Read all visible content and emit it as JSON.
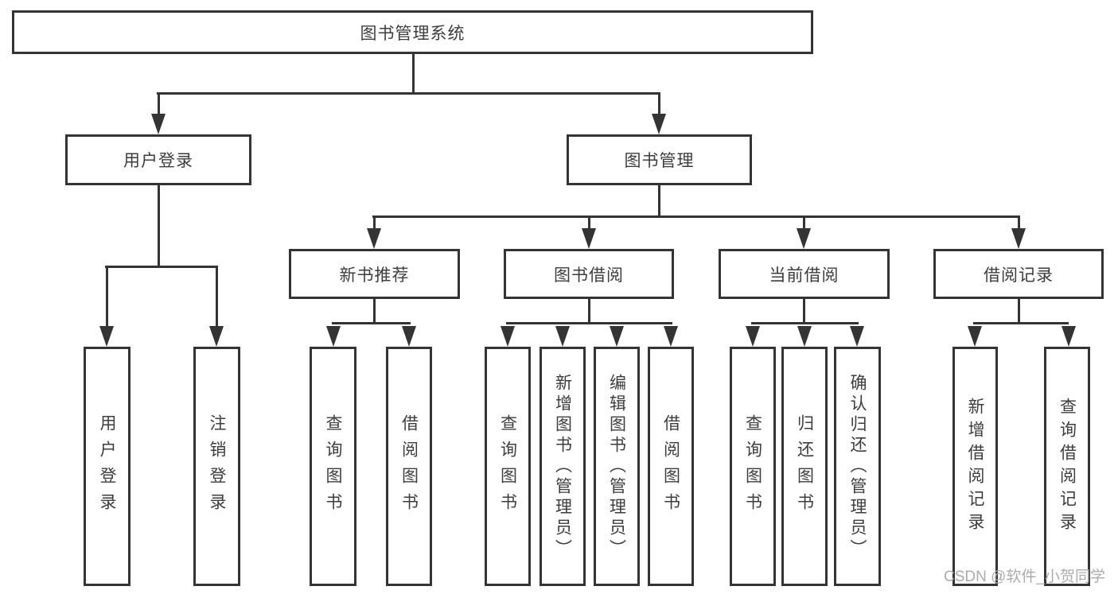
{
  "diagram": {
    "root_label": "图书管理系统",
    "level2": {
      "user_login": "用户登录",
      "book_management": "图书管理"
    },
    "level3": {
      "new_book_recommend": "新书推荐",
      "book_borrowing": "图书借阅",
      "current_borrowing": "当前借阅",
      "borrowing_records": "借阅记录"
    },
    "leaves": {
      "user_login": "用户登录",
      "logout": "注销登录",
      "recommend_query_books": "查询图书",
      "recommend_borrow_books": "借阅图书",
      "borrowing_query_books": "查询图书",
      "borrowing_add_books": "新增图书（管理员）",
      "borrowing_edit_books": "编辑图书（管理员）",
      "borrowing_borrow_books": "借阅图书",
      "current_query_books": "查询图书",
      "current_return_books": "归还图书",
      "current_confirm_return": "确认归还（管理员）",
      "records_add_record": "新增借阅记录",
      "records_query_record": "查询借阅记录"
    },
    "colors": {
      "line": "#343434",
      "text": "#3d3d3d",
      "background": "#ffffff",
      "watermark": "#acacac"
    }
  },
  "watermark": {
    "text": "CSDN @软件_小贺同学"
  }
}
